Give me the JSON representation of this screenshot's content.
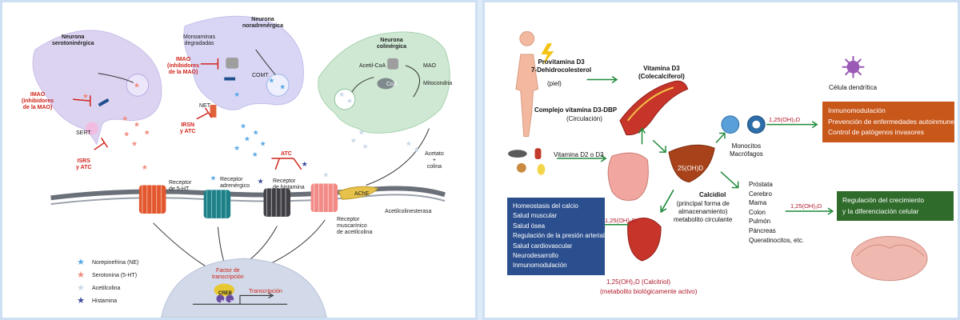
{
  "left": {
    "serotonergic_neuron": "Neurona\nserotoninérgica",
    "noradrenergic_neuron": "Neurona\nnoradrenérgica",
    "cholinergic_neuron": "Neurona\ncolinérgica",
    "imao_left": "IMAO\n(inhibidores\nde la MAO)",
    "sert": "SERT",
    "isrs_atc": "ISRS\ny ATC",
    "monoamines": "Monoaminas\ndegradadas",
    "imao_mid": "IMAO\n(inhibidores\nde la MAO)",
    "comt": "COMT",
    "net": "NET",
    "irsn_atc": "IRSN\ny ATC",
    "acetil_coa": "Acetil-CoA",
    "coa": "CoA",
    "mao": "MAO",
    "mitocondria": "Mitocondria",
    "atc_top": "ATC",
    "acetato_colina": "Acetato\n+\ncolina",
    "receptor_5ht": "Receptor\nde 5-HT",
    "receptor_adrenergic": "Receptor\nadrenérgico",
    "receptor_histamine": "Receptor\nde histamina",
    "ache": "AChE",
    "acetylcholinesterase": "Acetilcolinesterasa",
    "muscarinic_receptor": "Receptor\nmuscarínico\nde acetilcolina",
    "transcription_factor": "Factor de\ntranscripción",
    "creb": "CREB",
    "p": "P",
    "transcription": "Transcripción",
    "legend": [
      {
        "label": "Norepinefrina (NE)",
        "color": "#5aa9e6"
      },
      {
        "label": "Serotonina (5-HT)",
        "color": "#f08a7e"
      },
      {
        "label": "Acetilcolina",
        "color": "#c9d8ea"
      },
      {
        "label": "Histamina",
        "color": "#3b4a9a"
      }
    ]
  },
  "right": {
    "provitamin": "Provitamina D3\n7-Dehidrocolesterol",
    "skin": "(piel)",
    "vitamin_d3": "Vitamina D3\n(Colecalciferol)",
    "complex": "Complejo vitamina D3-DBP",
    "circulation": "(Circulación)",
    "dendritic": "Célula dendrítica",
    "dose1": "1,25(OH)₂D",
    "immuno_box": {
      "title": "Inmunomodulación",
      "items": [
        "Prevención de enfermedades autoinmunes",
        "Control de patógenos invasores"
      ],
      "color": "#c8571a"
    },
    "monocytes": "Monocitos\nMacrófagos",
    "vitamin_d2_d3": "Vitamina D2 o D3",
    "liver_label": "25(OH)D",
    "calcidiol_title": "Calcidiol",
    "calcidiol_desc": "(principal forma de\nalmacenamiento)\nmetabolito circulante",
    "organs": "Próstata\nCerebro\nMama\nColon\nPulmón\nPáncreas\nQueratinocitos, etc.",
    "dose2": "1,25(OH)₂D",
    "growth_box": {
      "lines": [
        "Regulación del crecimiento",
        "y la diferenciación celular"
      ],
      "color": "#2f6b2a"
    },
    "dose3": "1,25(OH)₂D",
    "homeostasis_box": {
      "items": [
        "Homeostasis del calcio",
        "Salud muscular",
        "Salud ósea",
        "Regulación de la presión arterial",
        "Salud cardiovascular",
        "Neurodesarrollo",
        "Inmunomodulación"
      ],
      "color": "#2b4f8e"
    },
    "calcitriol": "1,25(OH)₂D (Calcitriol)",
    "calcitriol_desc": "(metabolito biológicamente activo)"
  }
}
